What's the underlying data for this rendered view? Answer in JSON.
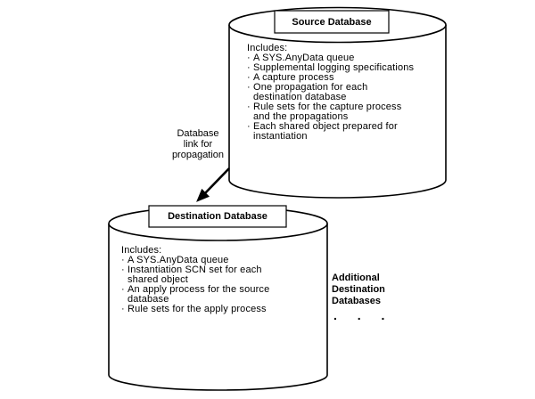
{
  "source_db": {
    "title": "Source Database",
    "includes_heading": "Includes:",
    "items": [
      [
        "A SYS.AnyData queue"
      ],
      [
        "Supplemental logging specifications"
      ],
      [
        "A capture process"
      ],
      [
        "One propagation for each",
        "destination database"
      ],
      [
        "Rule sets for the capture process",
        "and the propagations"
      ],
      [
        "Each shared object prepared for",
        "instantiation"
      ]
    ]
  },
  "destination_db": {
    "title": "Destination Database",
    "includes_heading": "Includes:",
    "items": [
      [
        "A SYS.AnyData queue"
      ],
      [
        "Instantiation SCN set for each",
        "shared object"
      ],
      [
        "An apply process for the source database"
      ],
      [
        "Rule sets for the apply process"
      ]
    ]
  },
  "connector": {
    "label": "Database link for propagation"
  },
  "additional": {
    "label": "Additional Destination Databases",
    "dots": ". . ."
  },
  "colors": {
    "line": "#000000",
    "background": "#ffffff"
  }
}
